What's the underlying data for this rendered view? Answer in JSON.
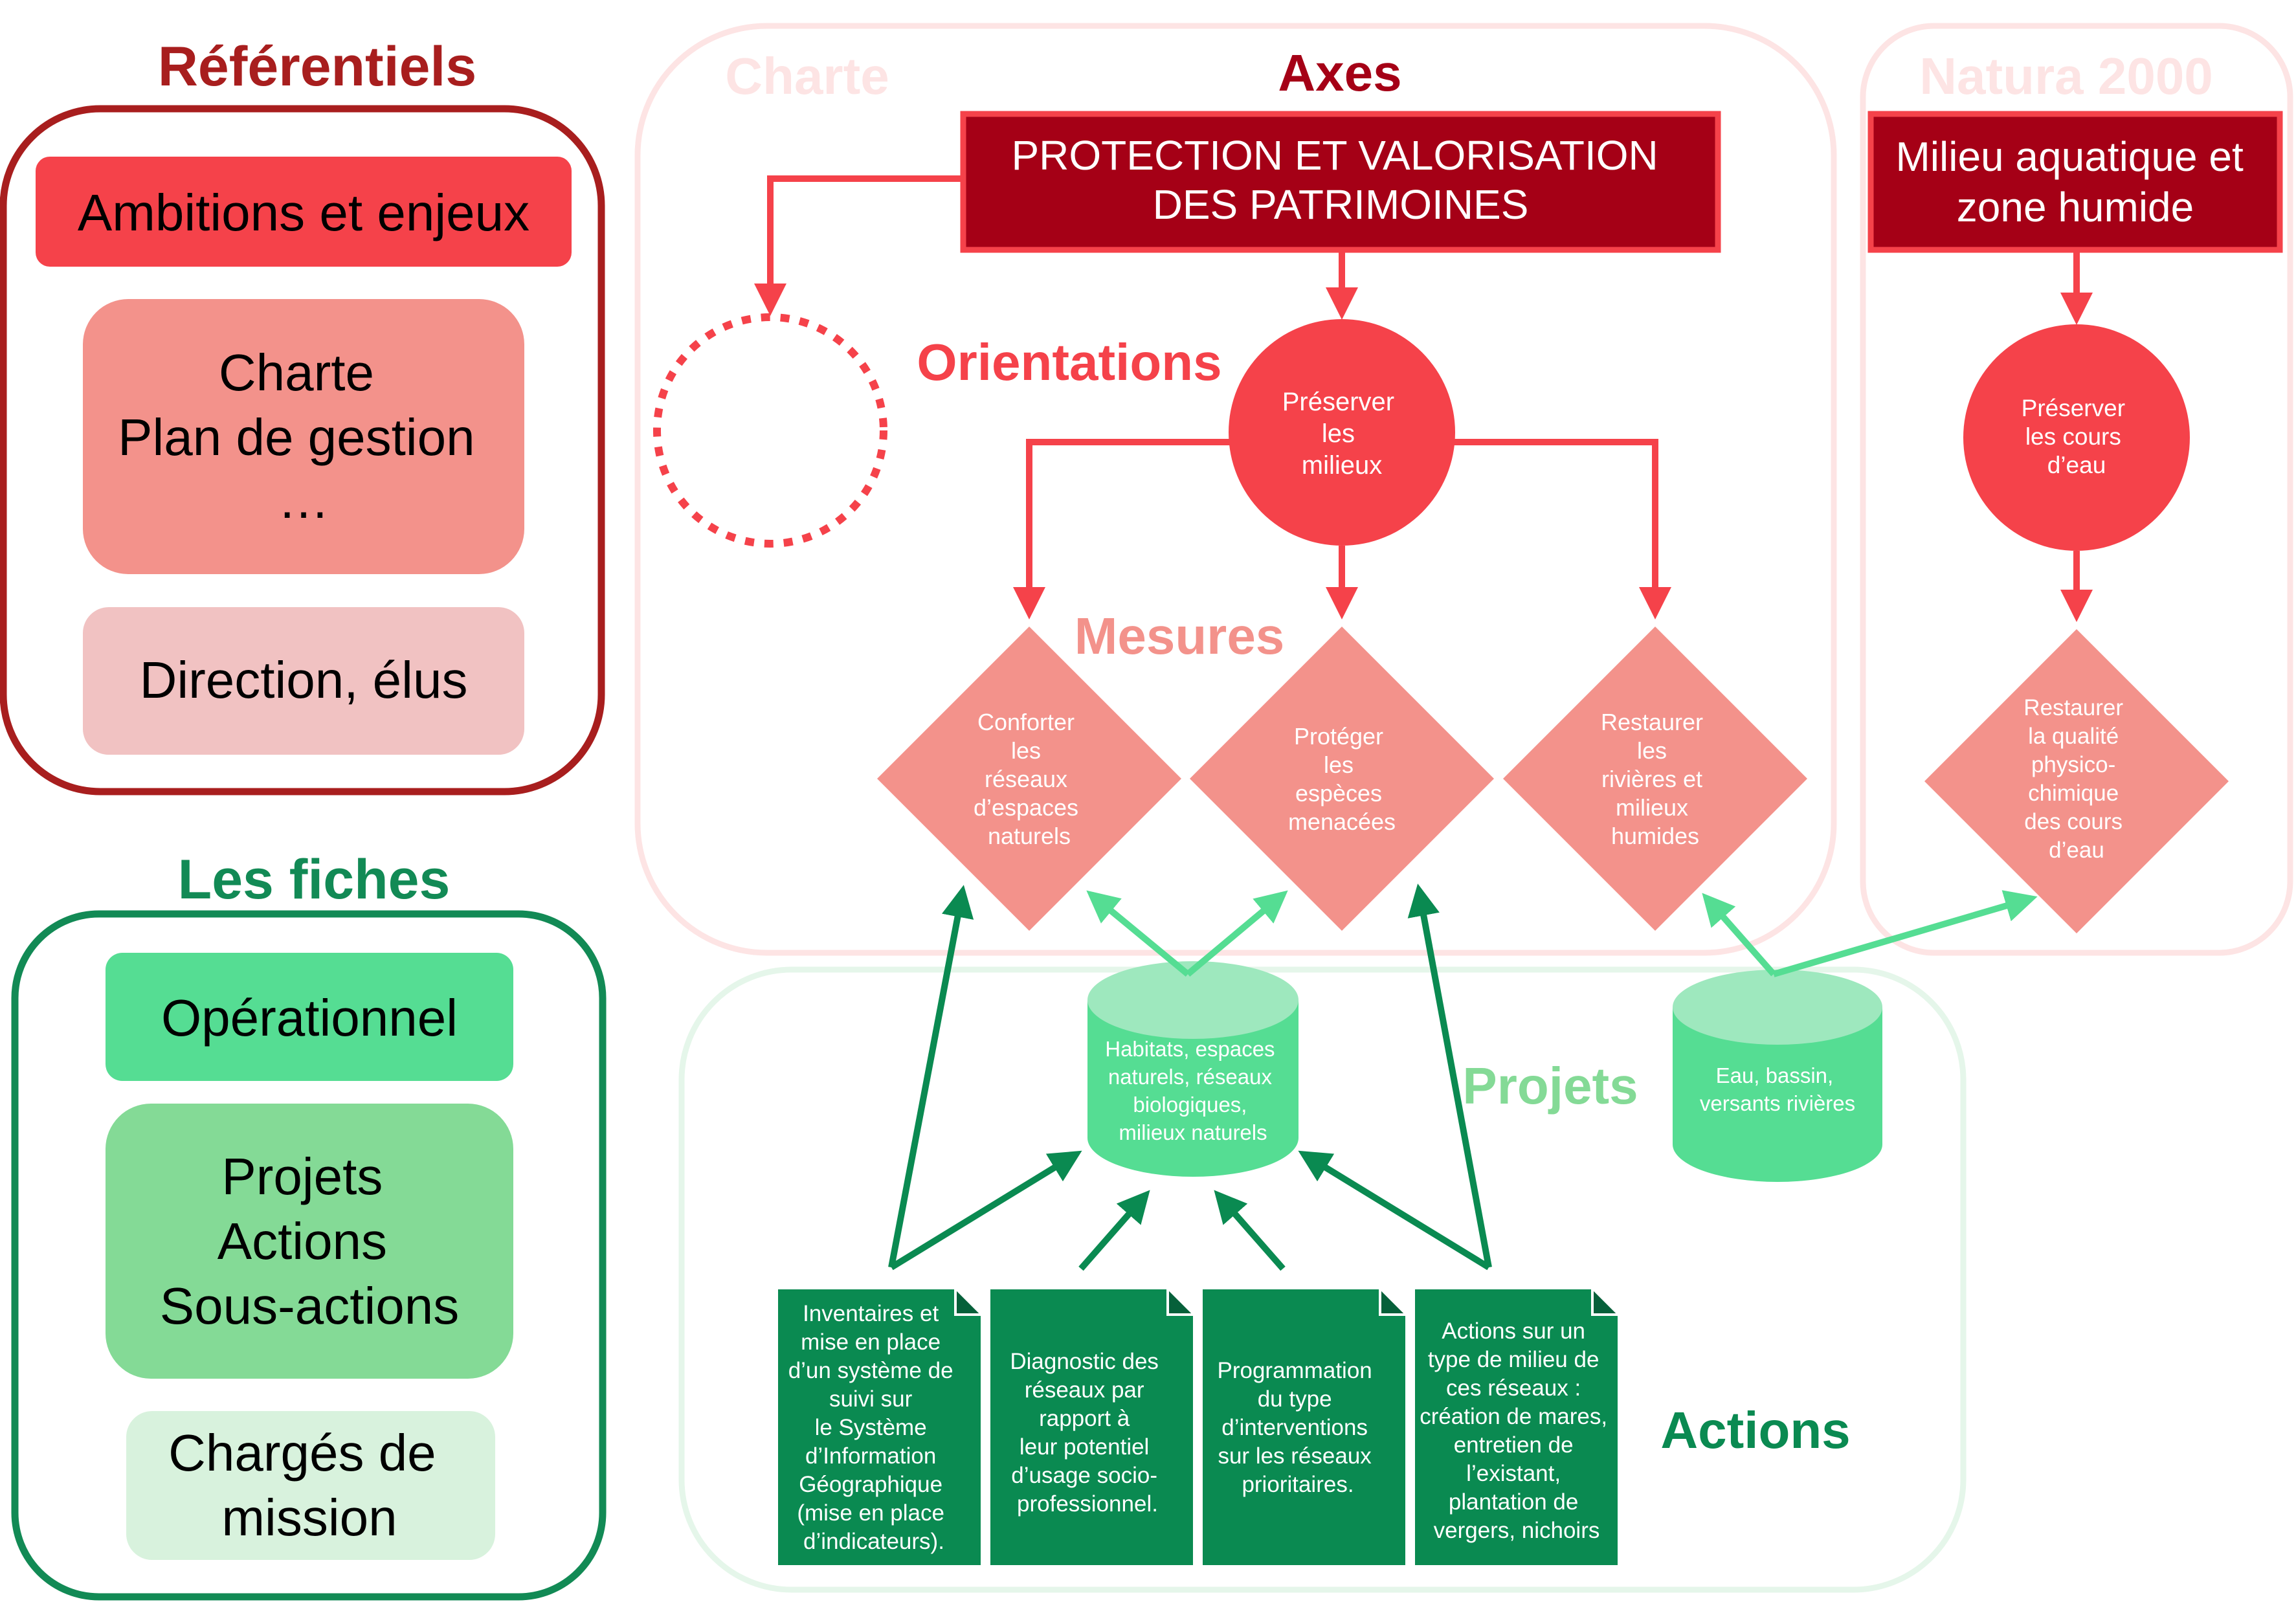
{
  "legend": {
    "referentiels": {
      "title": "Référentiels",
      "items": [
        {
          "lines": [
            "Ambitions et enjeux"
          ]
        },
        {
          "lines": [
            "Charte",
            "Plan de gestion",
            "…"
          ]
        },
        {
          "lines": [
            "Direction, élus"
          ]
        }
      ]
    },
    "fiches": {
      "title": "Les fiches",
      "items": [
        {
          "lines": [
            "Opérationnel"
          ]
        },
        {
          "lines": [
            "Projets",
            "Actions",
            "Sous-actions"
          ]
        },
        {
          "lines": [
            "Chargés de",
            "mission"
          ]
        }
      ]
    }
  },
  "zones": {
    "charte": "Charte",
    "natura": "Natura 2000",
    "axes": "Axes",
    "orientations": "Orientations",
    "mesures": "Mesures",
    "projets": "Projets",
    "actions": "Actions"
  },
  "axes": {
    "charte": [
      "PROTECTION ET VALORISATION",
      "DES PATRIMOINES"
    ],
    "natura": [
      "Milieu aquatique et",
      "zone humide"
    ]
  },
  "orientations": {
    "charte": [
      "Préserver",
      "les",
      "milieux"
    ],
    "natura": [
      "Préserver",
      "les cours",
      "d’eau"
    ]
  },
  "mesures": [
    [
      "Conforter",
      "les",
      "réseaux",
      "d’espaces",
      "naturels"
    ],
    [
      "Protéger",
      "les",
      "espèces",
      "menacées"
    ],
    [
      "Restaurer",
      "les",
      "rivières et",
      "milieux",
      "humides"
    ],
    [
      "Restaurer",
      "la qualité",
      "physico-",
      "chimique",
      "des cours",
      "d’eau"
    ]
  ],
  "projets": [
    [
      "Habitats, espaces",
      "naturels, réseaux",
      "biologiques,",
      "milieux naturels"
    ],
    [
      "Eau, bassin,",
      "versants rivières"
    ]
  ],
  "actions": [
    [
      "Inventaires et",
      "mise en place",
      "d’un système de",
      "suivi sur",
      "le Système",
      "d’Information",
      "Géographique",
      "(mise en place",
      "d’indicateurs)."
    ],
    [
      "Diagnostic des",
      "réseaux par",
      "rapport à",
      "leur potentiel",
      "d’usage socio-",
      "professionnel."
    ],
    [
      "Programmation",
      "du type",
      "d’interventions",
      "sur les réseaux",
      "prioritaires."
    ],
    [
      "Actions sur un",
      "type de milieu de",
      "ces réseaux :",
      "création de mares,",
      "entretien de",
      "l’existant,",
      "plantation de",
      "vergers, nichoirs"
    ]
  ],
  "colors": {
    "dark_red": "#a50016",
    "red": "#f5424a",
    "salmon": "#f3928b",
    "light_pink": "#f1c2c2",
    "frame_red": "#a81e1e",
    "zone_pink": "#fde8e8",
    "dark_green": "#0a8a51",
    "green": "#55dd93",
    "mid_green": "#84da96",
    "light_green": "#d8f2dd",
    "frame_green": "#128a55",
    "zone_green": "#e5f6ea"
  }
}
